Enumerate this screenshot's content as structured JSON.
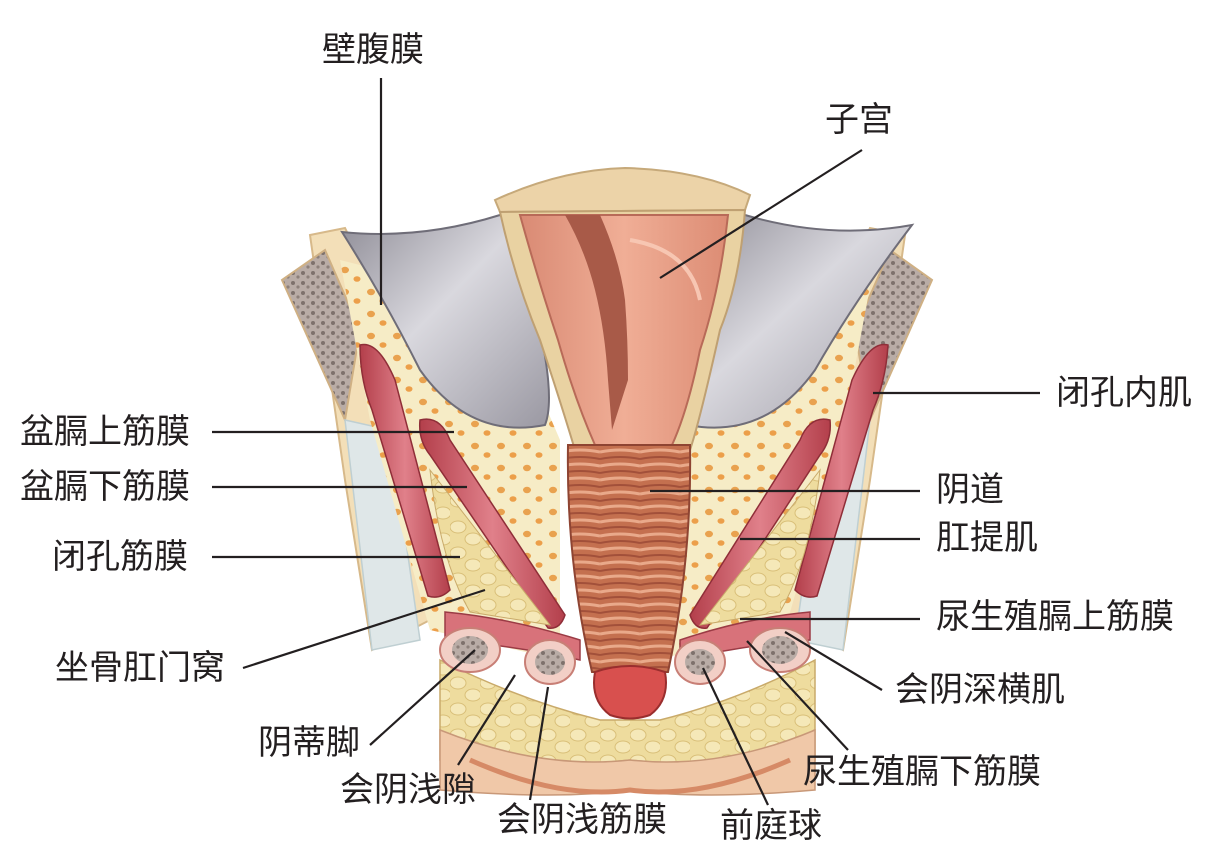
{
  "labels": {
    "parietal_peritoneum": "壁腹膜",
    "uterus": "子宫",
    "superior_pelvic_diaphragm_fascia": "盆膈上筋膜",
    "inferior_pelvic_diaphragm_fascia": "盆膈下筋膜",
    "obturator_fascia": "闭孔筋膜",
    "ischioanal_fossa": "坐骨肛门窝",
    "crus_of_clitoris": "阴蒂脚",
    "superficial_perineal_space": "会阴浅隙",
    "superficial_perineal_fascia": "会阴浅筋膜",
    "bulb_of_vestibule": "前庭球",
    "inferior_urogenital_diaphragm_fascia": "尿生殖膈下筋膜",
    "deep_transverse_perineal_muscle": "会阴深横肌",
    "superior_urogenital_diaphragm_fascia": "尿生殖膈上筋膜",
    "levator_ani": "肛提肌",
    "vagina": "阴道",
    "obturator_internus": "闭孔内肌"
  },
  "colors": {
    "bone": "#f3dfb8",
    "marrow": "#9a8c86",
    "peritoneum": "#b9b6bd",
    "uterus": "#ea9a86",
    "muscle": "#c8505a",
    "fat": "#f3e6b5",
    "fat_spot": "#e7a050",
    "vagina": "#c8735b",
    "line": "#231f20"
  }
}
